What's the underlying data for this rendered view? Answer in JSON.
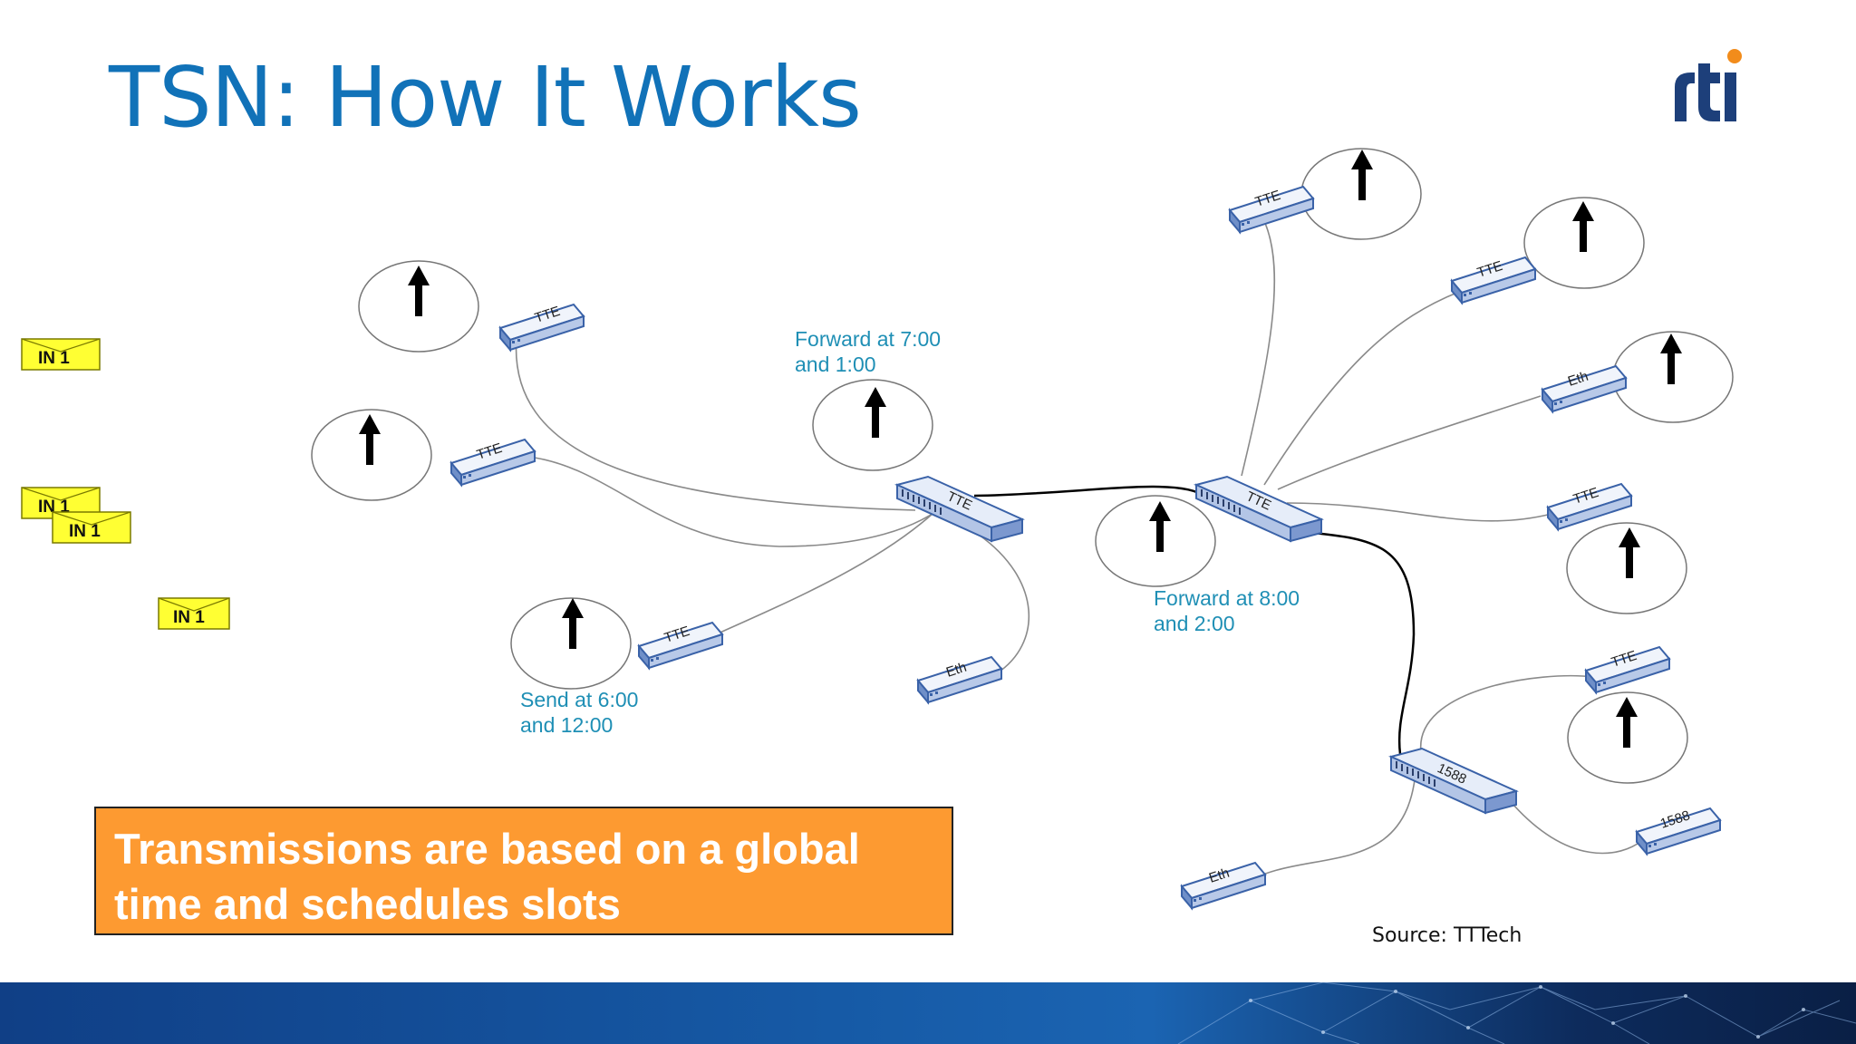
{
  "slide": {
    "title": "TSN: How It Works",
    "logo_text": "rti",
    "callout_line1": "Transmissions are based on a global",
    "callout_line2": "time and schedules slots",
    "source": "Source: TTTech"
  },
  "diagram": {
    "annotations": {
      "send_line1": "Send at 6:00",
      "send_line2": "and 12:00",
      "forward1_line1": "Forward at 7:00",
      "forward1_line2": "and 1:00",
      "forward2_line1": "Forward at 8:00",
      "forward2_line2": "and 2:00"
    },
    "message_label": "IN 1",
    "device_labels": {
      "tte": "TTE",
      "eth": "Eth",
      "ptp": "1588"
    }
  },
  "colors": {
    "title": "#1172b8",
    "annotation": "#1f8fb5",
    "callout_bg": "#fd9a31",
    "message_bg": "#ffff33",
    "device_face": "#dfe8f8",
    "device_edge": "#3a62a8",
    "logo_navy": "#1d3f7a",
    "logo_orange": "#f28c1b"
  },
  "icons": [
    "up-arrow-icon",
    "envelope-icon",
    "network-switch-icon",
    "end-device-icon"
  ]
}
